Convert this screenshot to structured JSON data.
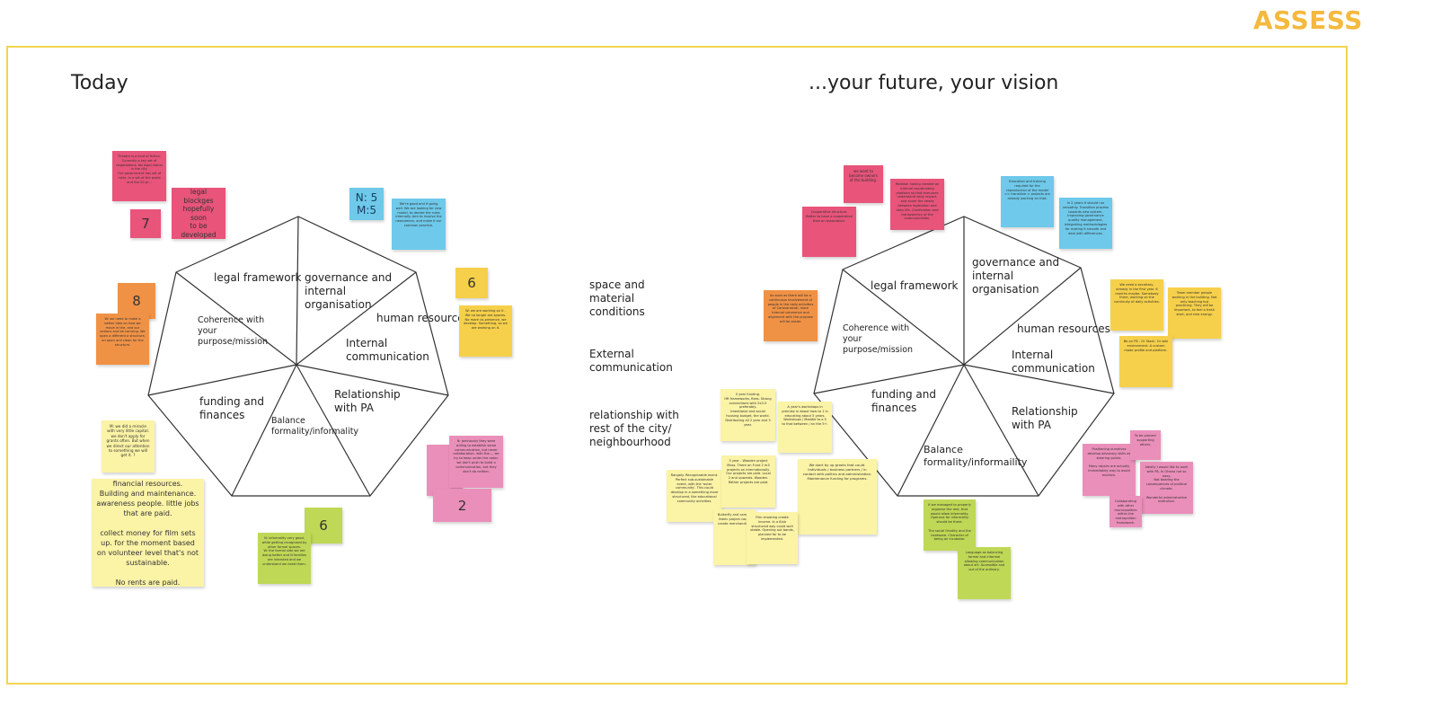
{
  "header": {
    "assess": "ASSESS"
  },
  "titles": {
    "today": "Today",
    "future": "...your future, your vision"
  },
  "wheel_labels": {
    "legal": "legal framework",
    "governance": "governance and\n internal\norganisation",
    "governance_right": "governance and\n internal\norganisation",
    "hr": "human resources",
    "internal": "Internal\ncommunication",
    "pa": "Relationship\nwith PA",
    "balance": "Balance\nformality/informality",
    "balance_right": "Balance\nformality/informaility",
    "funding": "funding and\nfinances",
    "coherence": "Coherence with\nyour\npurpose/mission"
  },
  "middle_labels": {
    "space": "space and\nmaterial\nconditions",
    "external": "External\ncommunication",
    "relationship": "relationship with\nrest of the city/\nneighbourhood"
  },
  "left_notes": {
    "pink_small_text": "Theatre is a kind of fiction. Currently a key set of negotiations. No legal status in the city.\nOur government has set of rules, in a set of the world and the 20 pr...",
    "seven": "7",
    "legal_blockges": "legal blockges\nhopefully soon\nto be\ndeveloped",
    "nm": "N: 5\nM:5",
    "blue_text": "We're good and if going well. We are looking for new model, to decide the rules internally. Aim to involve the newcomers, and make it our common practice.",
    "six_a": "6",
    "yellow_text": "W: we are working on it . We no longer are spaces. No more co-presence, we develop. Something, so we are working on it.",
    "eight": "8",
    "orange_text": "W: we need to make a better idea on how we move in the, and our actions and be carrying. We open a different a structure, an open and clean for the structure.",
    "yl_small": "M: we did a miracle with very little capital. we don't apply for grants often. But when we direct our attention to something we will get it. ?",
    "financial": "financial resources.\nBuilding and maintenance.\nawareness people. little jobs that are paid.\n\ncollect money for film sets up. for the moment based on volunteer level that's not sustainable.\n\nNo rents are paid.",
    "six_b": "6",
    "green_text": "N: informality very good, while getting recognised by other formal spaces.\nW: the formal side we are doing better and N families are intersted and we understand we need them.",
    "pink2_text": "N: previously they were willing to establish some communication, but never collaboration. with the..., we try to keep under the radar. we don't push to build a communication, but they don't do neither.",
    "two": "2"
  },
  "right_notes": {
    "pink_a": "we want to become owners of the building.",
    "pink_b": "Cooperative structure. Better to have a cooperative than an association.",
    "pink_c": "Relation having created an internal coordinating platform so that everyone understand daily impact, and cover the needs between legislation and daily life. Clarification and transparency of the communication.",
    "blue_a": "Education and training required for the reproduction of the model >> transitive > projects are already working on that.",
    "blue_b": "In 2 years it should run smoothly. Transition process towards new system. Improving governance quality management, integrating methodologies for making it smooth and deal with differences.",
    "orange": "As soon as there will be a continuous involvement of people in the daily activities of Caravanserai, more internal coherence and alignment with the purpose will be easier.",
    "yellow_a": "We need a secretary, already in the first year. 6 months maybe. Somebody there, working on the continuity of daily activities.",
    "yellow_b": "Team member people working in the building. Not only teaching but practicing. They will be important, to feel a fresh start, and new energy.",
    "yellow_c": "Be on FB . Or Stack. Or wiki environment. A custom made profile and platform.",
    "ly_a": "Il year funding.\nHR frameworks, fixes. Strong connections with 2x3-5 preferably.\nIntentional and social housing budget, the world. Distributing all 2 year and 3 year.",
    "ly_b": "A year's workshops in premise in about how to 1 in educating about 5 years.\nWorkshops / Maddie to a 5 to that between / an the 5+.",
    "ly_c": "Rangely. Recognizable event. Perfect sub-sustainable event, with the 'outer community'. This could develop in a something more structured, like educational community activities.",
    "ly_d": "3 year - Wooden project Mass. There an Fund 2 m3 projects on internationally. Our projects are paid. Local 2 and upwards. Wooden. Rather projects are paid.",
    "ly_e": "We start by up grants that could. \nIndividuals / business partners / in contact with politics and administration. Maintenance funding for programs.",
    "ly_f": "Butterfly and camels fabric project could create merchandise.",
    "ly_g": "Film shooting create income. In a 8/sb structured way could well stable. Opening out bands, planned for to be implemented.",
    "green_a": "If we managed to properly organise the rest, that would allow informality. Openess for informality should be there.\n\nThe social frivolity and the hardware. Character of being an incubator.",
    "green_b": "Language as balancing formal and informal allowing communication about art. Accessible and out of the ordinary.",
    "pink2_a": "Positioning ourselves develop advocacy skills as steering points.\n\nMany repairs are actually immediately way to avoid eviction.",
    "pink2_b": "To be pioneer supporting others.",
    "pink2_c": "Ideally I would like to work with PA. In Ghana not so easy.\nNot bearing the consequences of political climate.\n\nWonderful administrative institution.",
    "pink2_d": "Collaborating with other municipalities within the metropolitan framework."
  },
  "colors": {
    "accent": "#f5b93e",
    "frame": "#f3d54f",
    "pink": "#e8547a",
    "pink_light": "#ea8fb9",
    "blue": "#6ec9ea",
    "orange": "#f09246",
    "yellow": "#f6d04a",
    "light_yellow": "#fbf3a6",
    "green": "#bfd855"
  }
}
